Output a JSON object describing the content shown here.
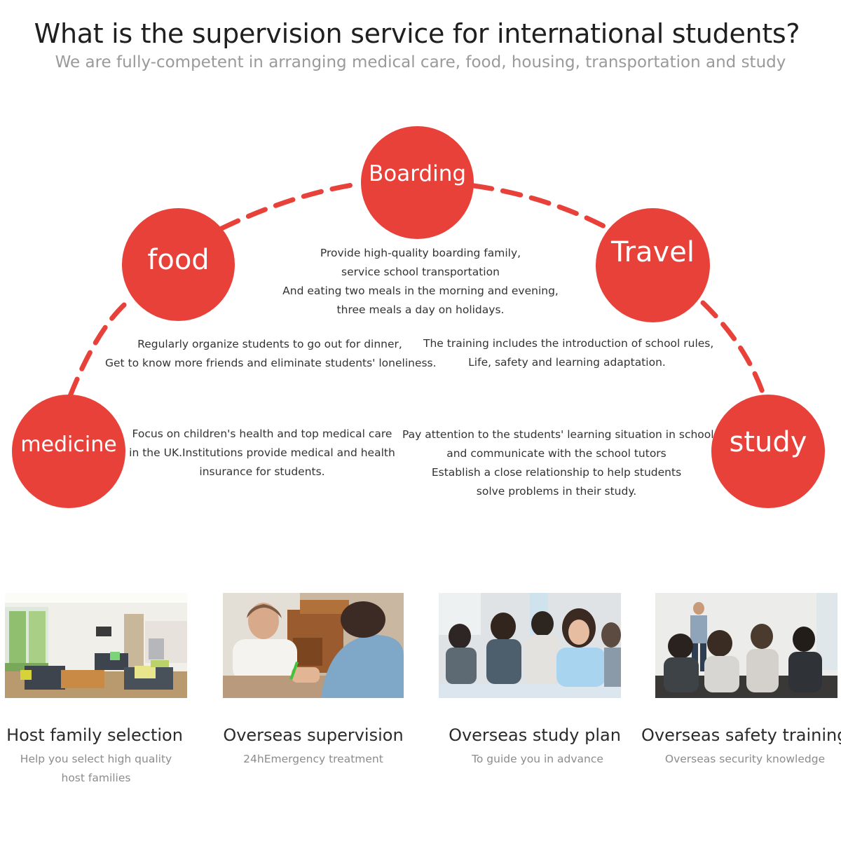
{
  "header": {
    "title": "What is the supervision service for international students?",
    "subtitle": "We are fully-competent in arranging medical care, food, housing, transportation and study"
  },
  "colors": {
    "accent": "#e8413a",
    "title_text": "#1f1f1f",
    "muted_text": "#9a9a9a",
    "body_text": "#333333"
  },
  "services": {
    "boarding": {
      "label": "Boarding",
      "lines": [
        "Provide high-quality boarding family,",
        "service school transportation",
        "And eating two meals in the morning and evening,",
        "three meals a day on holidays."
      ]
    },
    "food": {
      "label": "food",
      "lines": [
        "Regularly organize students to go out for dinner,",
        "Get to know more friends and eliminate students' loneliness."
      ]
    },
    "travel": {
      "label": "Travel",
      "lines": [
        "The training includes the introduction of school rules,",
        "Life, safety and learning adaptation."
      ]
    },
    "medicine": {
      "label": "medicine",
      "lines": [
        "Focus on children's health and top medical care",
        "in the UK.Institutions provide medical and health",
        "insurance for students."
      ]
    },
    "study": {
      "label": "study",
      "lines": [
        "Pay attention to the students' learning situation in school",
        "and communicate with the school tutors",
        "Establish a close relationship to help students",
        "solve problems in their study."
      ]
    }
  },
  "cards": [
    {
      "title": "Host family selection",
      "subtitle_lines": [
        "Help you select high quality",
        "host families"
      ],
      "image": "living-room-photo"
    },
    {
      "title": "Overseas supervision",
      "subtitle_lines": [
        "24hEmergency treatment"
      ],
      "image": "consultation-photo"
    },
    {
      "title": "Overseas study plan",
      "subtitle_lines": [
        "To guide you in advance"
      ],
      "image": "classroom-students-photo"
    },
    {
      "title": "Overseas safety training",
      "subtitle_lines": [
        "Overseas security knowledge"
      ],
      "image": "training-seminar-photo"
    }
  ]
}
